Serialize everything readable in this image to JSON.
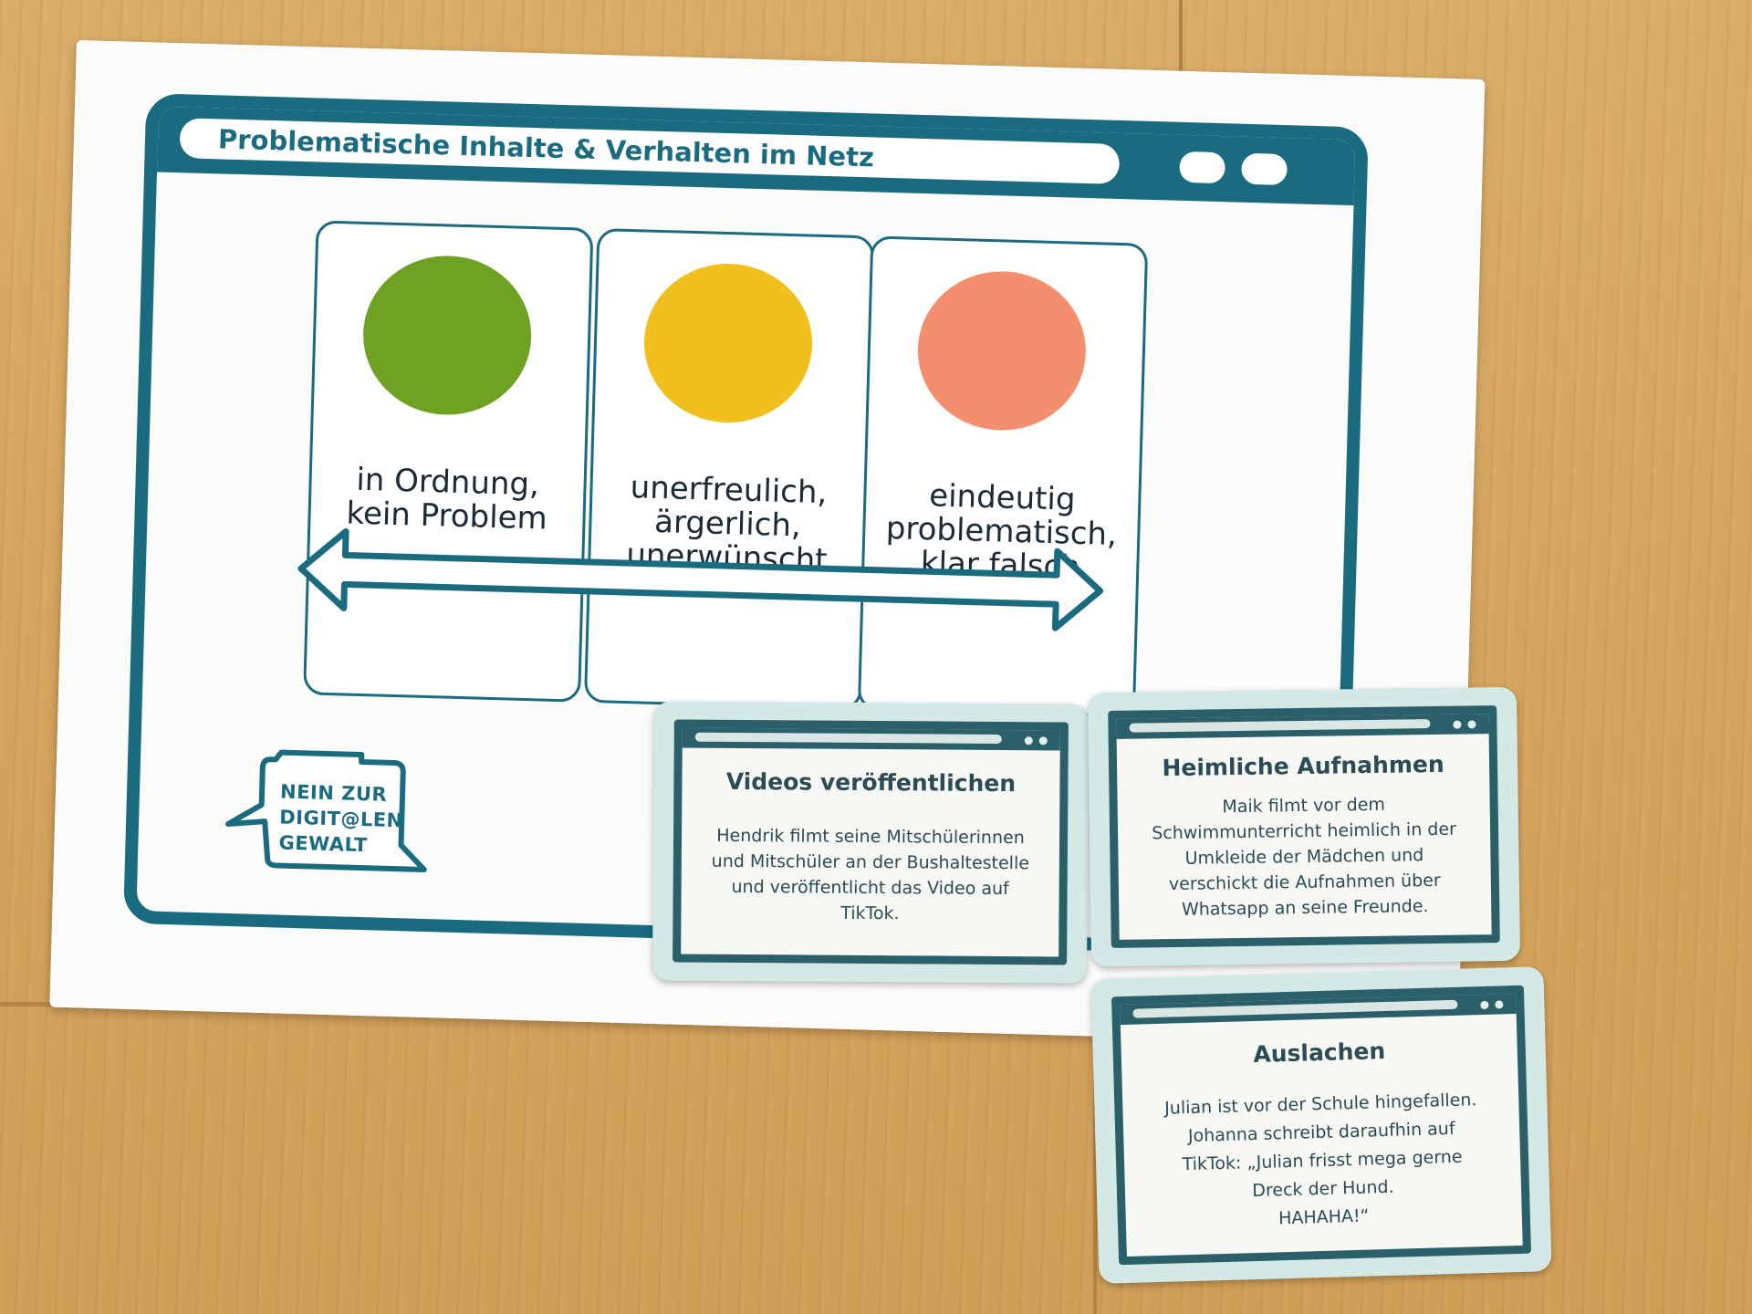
{
  "board": {
    "title": "Problematische Inhalte & Verhalten im Netz",
    "columns": [
      {
        "label": "in Ordnung,\nkein Problem",
        "color": "#6fa123"
      },
      {
        "label": "unerfreulich,\närgerlich,\nunerwünscht",
        "color": "#f1c01f"
      },
      {
        "label": "eindeutig\nproblematisch,\nklar falsch",
        "color": "#f38f6e"
      }
    ],
    "logo": "NEIN ZUR\nDIGIT@LEN\nGEWALT",
    "accent_color": "#1b6b80"
  },
  "cards": [
    {
      "title": "Videos veröffentlichen",
      "body": "Hendrik filmt seine Mitschülerinnen\nund Mitschüler an der Bushaltestelle\nund veröffentlicht das Video auf\nTikTok."
    },
    {
      "title": "Heimliche Aufnahmen",
      "body": "Maik filmt vor dem\nSchwimmunterricht heimlich in der\nUmkleide der Mädchen und\nverschickt die Aufnahmen über\nWhatsapp an seine Freunde."
    },
    {
      "title": "Auslachen",
      "body": "Julian ist vor der Schule hingefallen.\nJohanna schreibt daraufhin auf\nTikTok: „Julian frisst mega gerne\nDreck der Hund.\nHAHAHA!“"
    }
  ]
}
